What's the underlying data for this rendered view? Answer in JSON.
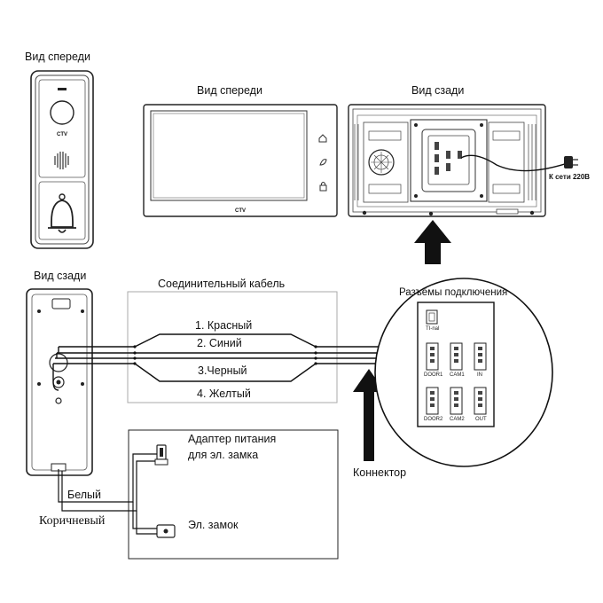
{
  "labels": {
    "front_view_panel": "Вид спереди",
    "front_view_monitor": "Вид спереди",
    "rear_view_monitor": "Вид сзади",
    "rear_view_panel": "Вид сзади",
    "cable_title": "Соединительный кабель",
    "connectors_title": "Разъёмы подключения",
    "mains": "К сети 220В",
    "connector": "Коннектор",
    "adapter_line1": "Адаптер питания",
    "adapter_line2": "для эл. замка",
    "lock": "Эл. замок",
    "white_wire": "Белый",
    "brown_wire": "Коричневый",
    "brand": "CTV"
  },
  "wires": [
    "1. Красный",
    "2. Синий",
    "3.Черный",
    "4. Желтый"
  ],
  "ports": {
    "tamper": "TI-nal",
    "door1": "DOOR1",
    "cam1": "CAM1",
    "in": "IN",
    "door2": "DOOR2",
    "cam2": "CAM2",
    "out": "OUT"
  },
  "icons": [
    "camera-icon",
    "speaker-grille-icon",
    "bell-icon",
    "house-icon",
    "leaf-icon",
    "lock-icon",
    "plug-icon",
    "arrow-up-icon"
  ]
}
